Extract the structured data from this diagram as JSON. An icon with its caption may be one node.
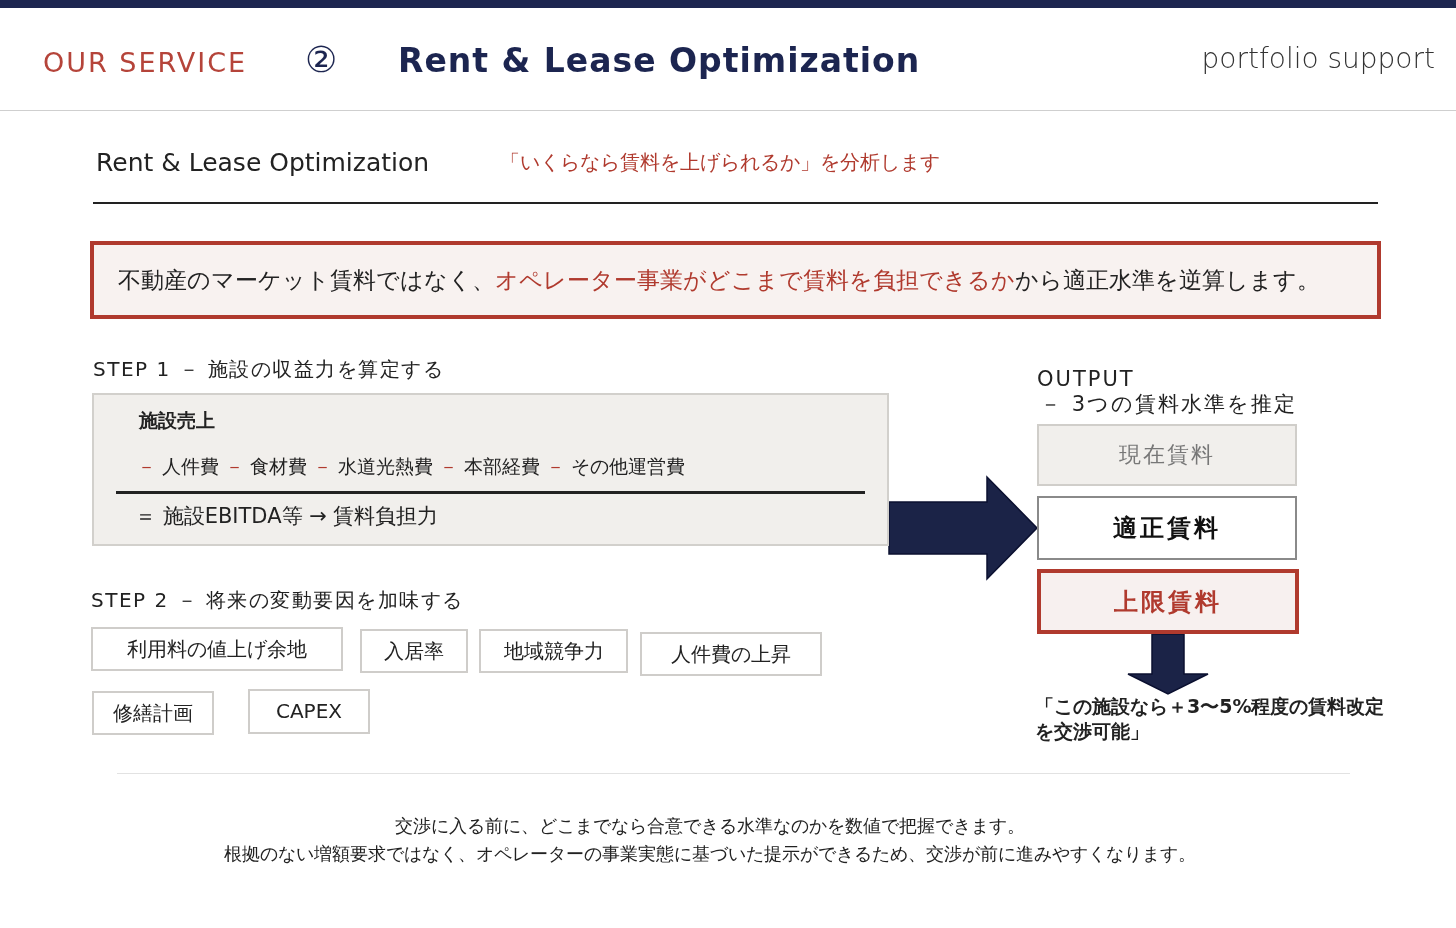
{
  "diagram": {
    "title": "Rent & Lease Optimization",
    "nodes": [
      {
        "text": [
          "不動産のマーケット賃料ではなく、**オペレーター事業がどこまで賃料を負担できるか**から適正水準を逆算します。"
        ]
      },
      {
        "text": [
          "STEP 1 － 施設の収益力を算定する",
          "施設売上",
          "**－** 人件費 **－** 食材費 **－** 水道光熱費 **－** 本部経費 **－** その他運営費",
          "＝ 施設EBITDA等 → 賃料負担力"
        ]
      },
      {
        "text": [
          "利用料の値上げ余地"
        ]
      },
      {
        "text": [
          "入居率"
        ]
      },
      {
        "text": [
          "地域競争力"
        ]
      },
      {
        "text": [
          "人件費の上昇"
        ]
      },
      {
        "text": [
          "修繕計画"
        ]
      },
      {
        "text": [
          "CAPEX"
        ]
      },
      {
        "text": [
          "現在賃料"
        ]
      },
      {
        "text": [
          "適正賃料"
        ]
      },
      {
        "text": [
          "上限賃料"
        ]
      },
      {
        "text": [
          "「この施設なら＋3〜5%程度の賃料改定を交渉可能」"
        ]
      }
    ],
    "edges": [
      {
        "from": 1,
        "to": 9,
        "arrow": "to"
      },
      {
        "from": 10,
        "to": 11,
        "arrow": "to"
      }
    ],
    "labels": [
      "OUR SERVICE",
      "②",
      "portfolio support",
      "Rent & Lease Optimization",
      "「いくらなら賃料を上げられるか」を分析します",
      "STEP 2 － 将来の変動要因を加味する",
      "OUTPUT",
      "－ 3つの賃料水準を推定",
      "交渉に入る前に、どこまでなら合意できる水準なのかを数値で把握できます。",
      "根拠のない増額要求ではなく、オペレーターの事業実態に基づいた提示ができるため、交渉が前に進みやすくなります。"
    ]
  }
}
